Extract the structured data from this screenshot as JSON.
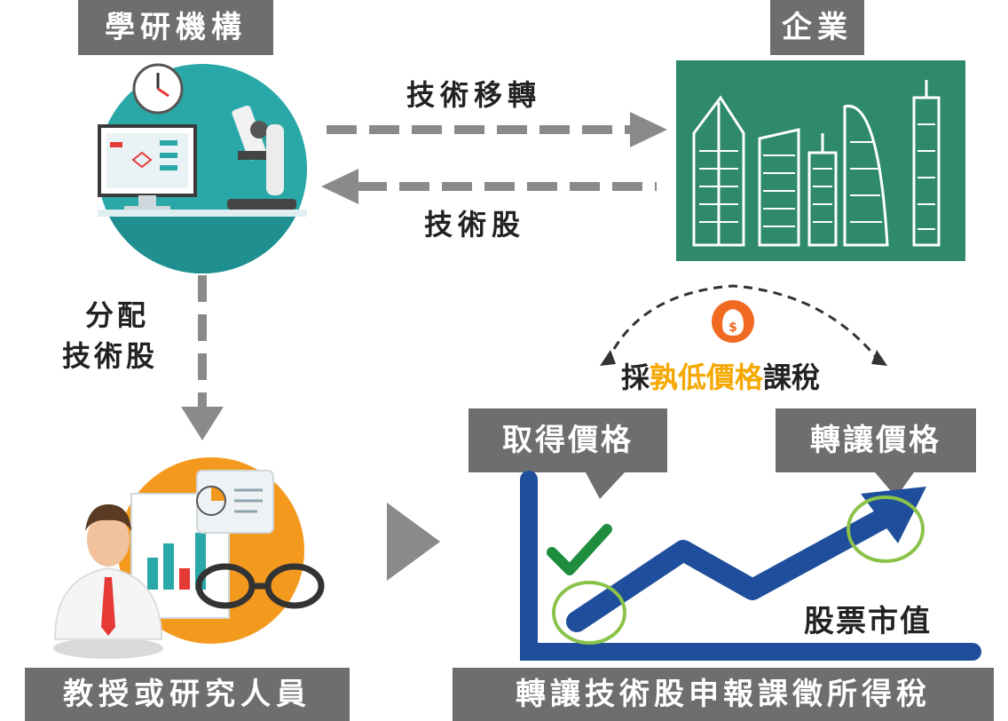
{
  "labels": {
    "institution": "學研機構",
    "enterprise": "企業",
    "tech_transfer": "技術移轉",
    "tech_shares": "技術股",
    "distribute_line1": "分配",
    "distribute_line2": "技術股",
    "tax_prefix": "採",
    "tax_highlight": "孰低價格",
    "tax_suffix": "課稅",
    "acquisition_price": "取得價格",
    "transfer_price": "轉讓價格",
    "market_value": "股票市值",
    "professor": "教授或研究人員",
    "bottom_caption": "轉讓技術股申報課徵所得稅"
  },
  "colors": {
    "label_bg": "#6e6e6e",
    "highlight": "#f5a800",
    "teal_circle": "#2aa8a8",
    "enterprise_bg": "#2e8a6b",
    "chart_blue": "#1f4e9c",
    "check_green": "#1e8e3e",
    "orange_circle": "#f39a1e",
    "arrow_gray": "#8a8a8a",
    "money_icon": "#f06a22"
  },
  "icons": [
    "clock-icon",
    "microscope-icon",
    "monitor-icon",
    "city-skyline-icon",
    "money-bag-icon",
    "checkmark-icon",
    "professor-icon",
    "glasses-icon",
    "report-icon"
  ]
}
